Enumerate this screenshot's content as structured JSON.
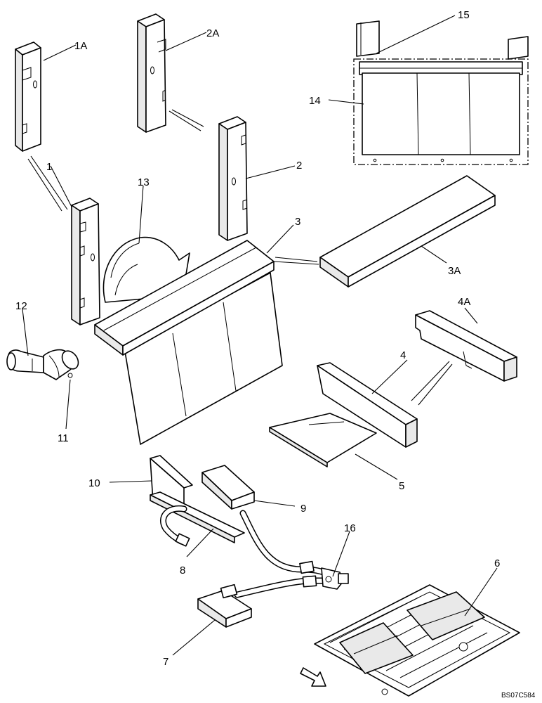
{
  "labels": {
    "l1A": "1A",
    "l2A": "2A",
    "l15": "15",
    "l14": "14",
    "l1": "1",
    "l2": "2",
    "l13": "13",
    "l3": "3",
    "l3A": "3A",
    "l12": "12",
    "l4A": "4A",
    "l4": "4",
    "l11": "11",
    "l5": "5",
    "l10": "10",
    "l9": "9",
    "l16": "16",
    "l6": "6",
    "l8": "8",
    "l7": "7"
  },
  "drawing_code": "BS07C584"
}
